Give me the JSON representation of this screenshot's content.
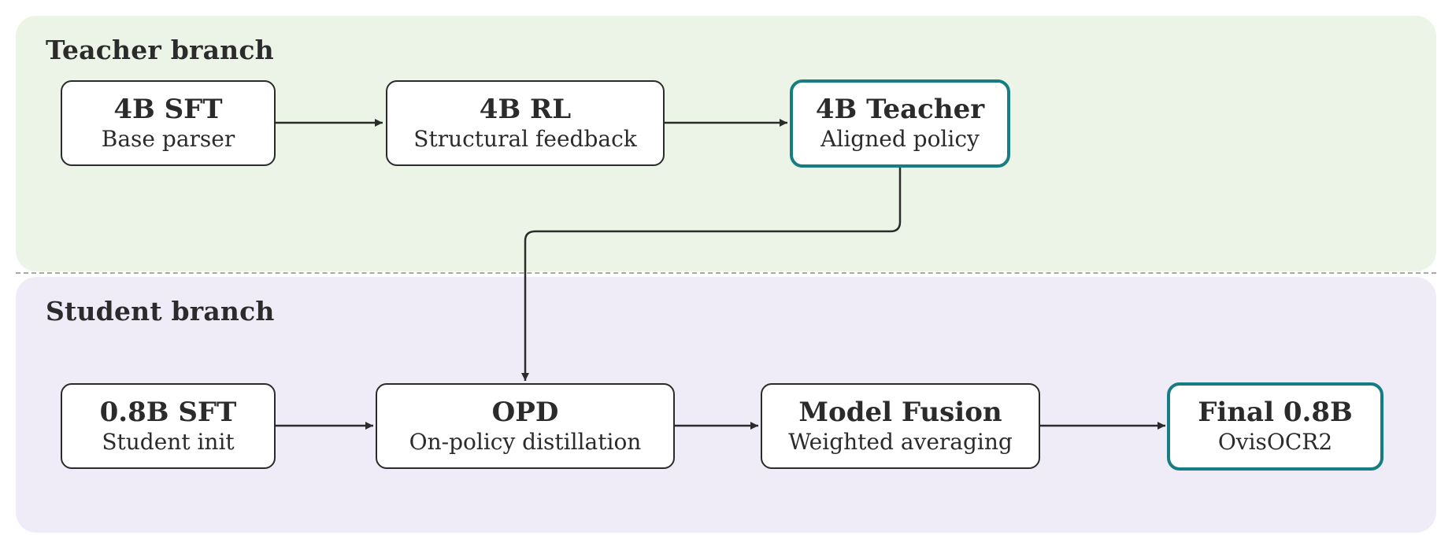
{
  "teacher": {
    "title": "Teacher branch",
    "nodes": [
      {
        "title": "4B SFT",
        "subtitle": "Base parser"
      },
      {
        "title": "4B RL",
        "subtitle": "Structural feedback"
      },
      {
        "title": "4B Teacher",
        "subtitle": "Aligned policy"
      }
    ]
  },
  "student": {
    "title": "Student branch",
    "nodes": [
      {
        "title": "0.8B SFT",
        "subtitle": "Student init"
      },
      {
        "title": "OPD",
        "subtitle": "On-policy distillation"
      },
      {
        "title": "Model Fusion",
        "subtitle": "Weighted averaging"
      },
      {
        "title": "Final 0.8B",
        "subtitle": "OvisOCR2"
      }
    ]
  },
  "colors": {
    "teacher_panel": "#ecf4e7",
    "student_panel": "#efecf7",
    "highlight_border": "#167d82",
    "edge": "#2b2b2b"
  }
}
